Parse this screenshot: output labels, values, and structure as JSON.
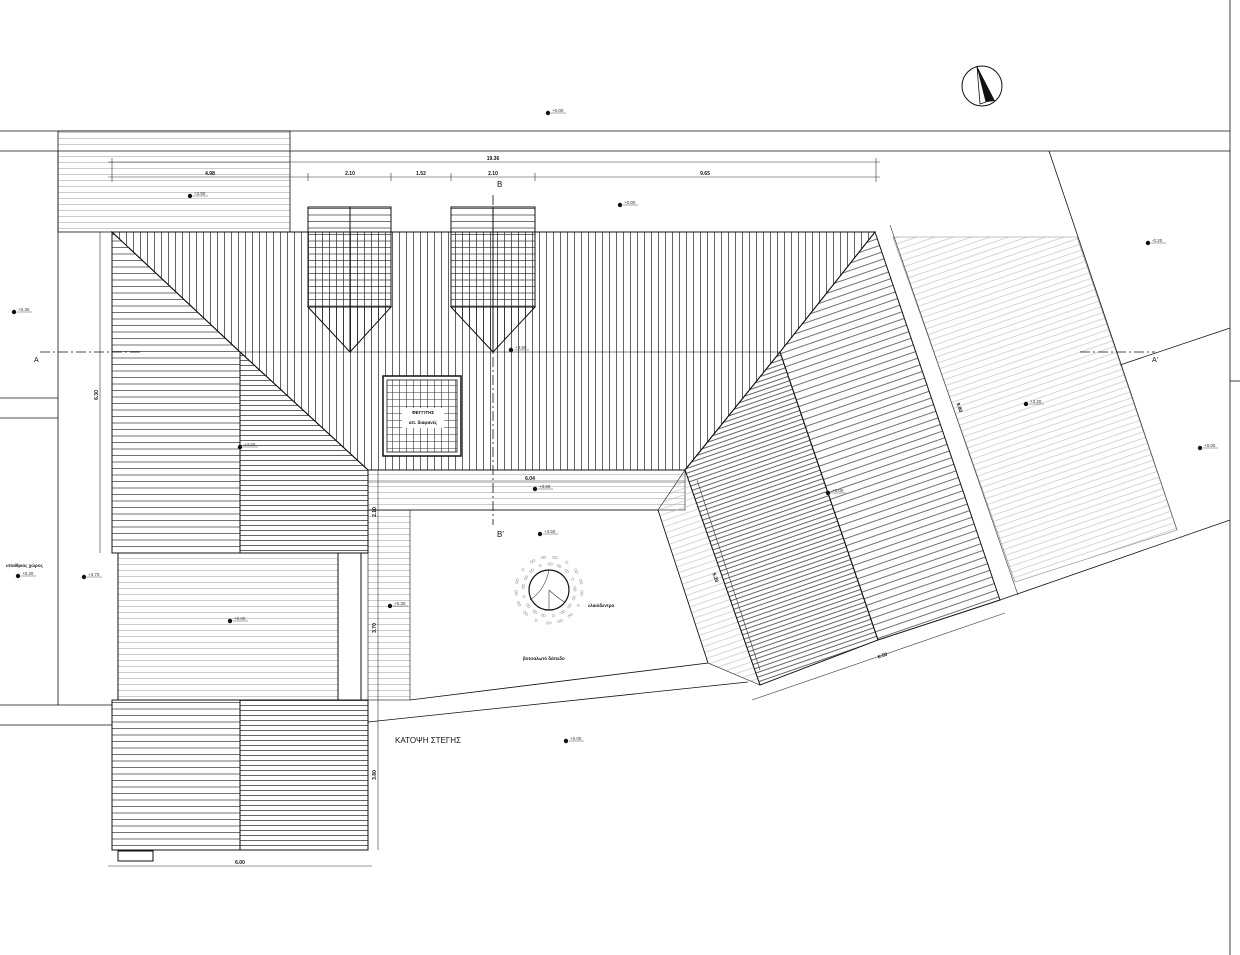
{
  "drawing": {
    "title": "ΚΑΤΟΨΗ ΣΤΕΓΗΣ",
    "section_marks": [
      "Β",
      "Β'",
      "Α",
      "Α'"
    ],
    "dimensions": {
      "overall_top": "19.36",
      "top_segments": [
        "4.98",
        "2.10",
        "1.52",
        "2.10",
        "9.65"
      ],
      "left_wing_height": "6.30",
      "left_courtyard": "2.10",
      "courtyard_side": "3.70",
      "bottom_block_height": "3.80",
      "bottom_width": "6.00",
      "courtyard_width": "6.04",
      "right_wing_side": "5.20",
      "right_wing_bottom": "6.50",
      "right_wing_length": "9.80"
    },
    "levels": [
      "+0.00",
      "+3.50",
      "+0.00",
      "-0.20",
      "+0.30",
      "+3.50",
      "+3.20",
      "+3.50",
      "+0.00",
      "+3.50",
      "+0.00",
      "+3.50",
      "+0.20",
      "+3.70",
      "+0.00",
      "+0.30",
      "+0.00"
    ],
    "notes": {
      "skylight": [
        "ΦΕΓΓΙΤΗΣ",
        "απ. διαφανές"
      ],
      "tree": "ελαιόδεντρο",
      "paving": "βοτσαλωτό δάπεδο",
      "neighbor": "υπαίθριος χώρος"
    },
    "colors": {
      "line": "#111111",
      "hatch": "#333333",
      "light_hatch": "#9a9a9a"
    }
  }
}
